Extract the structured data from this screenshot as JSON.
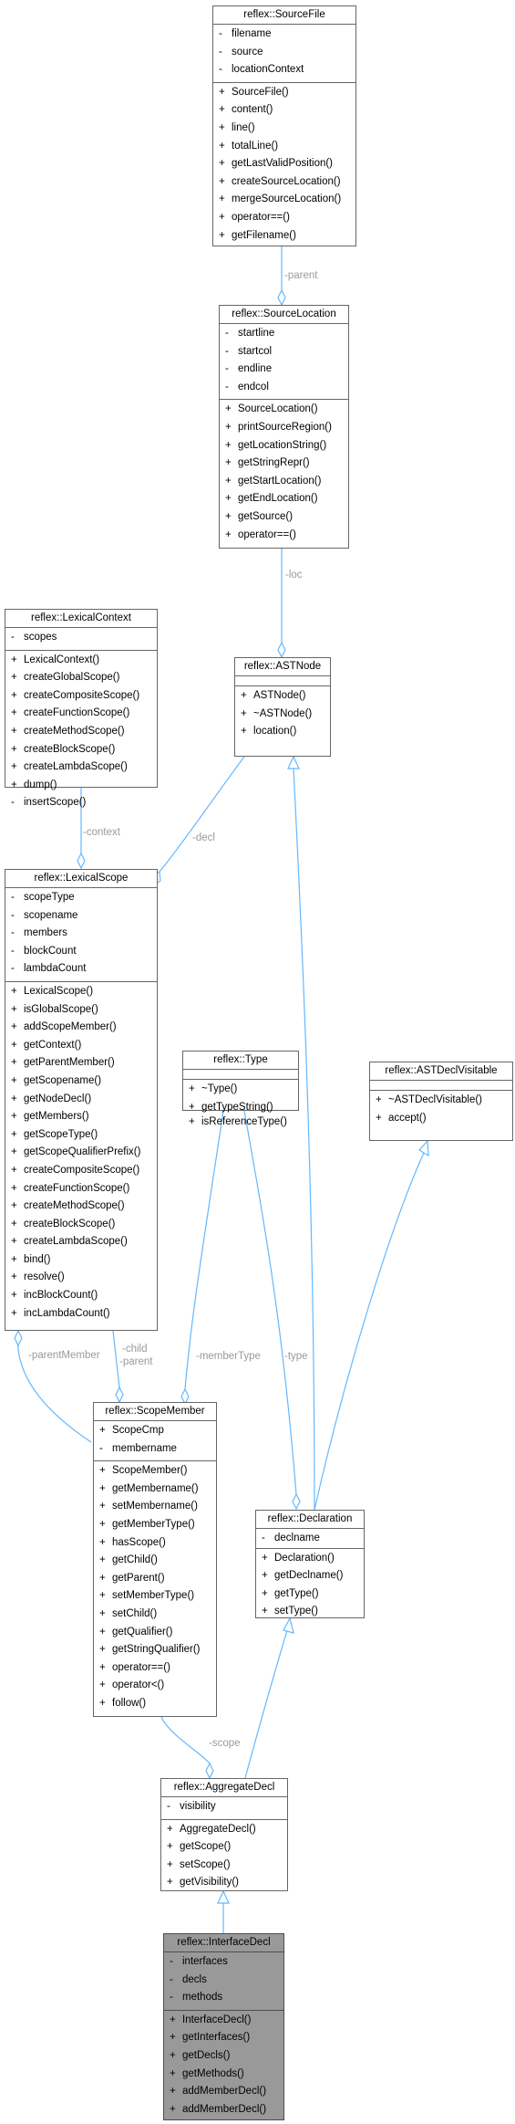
{
  "edge_labels": {
    "parent": "-parent",
    "loc": "-loc",
    "decl": "-decl",
    "context": "-context",
    "parent_member": "-parentMember",
    "child": "-child",
    "child_parent": "-parent",
    "member_type": "-memberType",
    "type": "-type",
    "scope": "-scope"
  },
  "classes": {
    "source_file": {
      "title": "reflex::SourceFile",
      "attributes": [
        {
          "vis": "-",
          "name": "filename"
        },
        {
          "vis": "-",
          "name": "source"
        },
        {
          "vis": "-",
          "name": "locationContext"
        }
      ],
      "methods": [
        {
          "vis": "+",
          "name": "SourceFile()"
        },
        {
          "vis": "+",
          "name": "content()"
        },
        {
          "vis": "+",
          "name": "line()"
        },
        {
          "vis": "+",
          "name": "totalLine()"
        },
        {
          "vis": "+",
          "name": "getLastValidPosition()"
        },
        {
          "vis": "+",
          "name": "createSourceLocation()"
        },
        {
          "vis": "+",
          "name": "mergeSourceLocation()"
        },
        {
          "vis": "+",
          "name": "operator==()"
        },
        {
          "vis": "+",
          "name": "getFilename()"
        }
      ]
    },
    "source_location": {
      "title": "reflex::SourceLocation",
      "attributes": [
        {
          "vis": "-",
          "name": "startline"
        },
        {
          "vis": "-",
          "name": "startcol"
        },
        {
          "vis": "-",
          "name": "endline"
        },
        {
          "vis": "-",
          "name": "endcol"
        }
      ],
      "methods": [
        {
          "vis": "+",
          "name": "SourceLocation()"
        },
        {
          "vis": "+",
          "name": "printSourceRegion()"
        },
        {
          "vis": "+",
          "name": "getLocationString()"
        },
        {
          "vis": "+",
          "name": "getStringRepr()"
        },
        {
          "vis": "+",
          "name": "getStartLocation()"
        },
        {
          "vis": "+",
          "name": "getEndLocation()"
        },
        {
          "vis": "+",
          "name": "getSource()"
        },
        {
          "vis": "+",
          "name": "operator==()"
        }
      ]
    },
    "lexical_context": {
      "title": "reflex::LexicalContext",
      "attributes": [
        {
          "vis": "-",
          "name": "scopes"
        }
      ],
      "methods": [
        {
          "vis": "+",
          "name": "LexicalContext()"
        },
        {
          "vis": "+",
          "name": "createGlobalScope()"
        },
        {
          "vis": "+",
          "name": "createCompositeScope()"
        },
        {
          "vis": "+",
          "name": "createFunctionScope()"
        },
        {
          "vis": "+",
          "name": "createMethodScope()"
        },
        {
          "vis": "+",
          "name": "createBlockScope()"
        },
        {
          "vis": "+",
          "name": "createLambdaScope()"
        },
        {
          "vis": "+",
          "name": "dump()"
        },
        {
          "vis": "-",
          "name": "insertScope()"
        }
      ]
    },
    "ast_node": {
      "title": "reflex::ASTNode",
      "attributes": [],
      "methods": [
        {
          "vis": "+",
          "name": "ASTNode()"
        },
        {
          "vis": "+",
          "name": "~ASTNode()"
        },
        {
          "vis": "+",
          "name": "location()"
        }
      ]
    },
    "lexical_scope": {
      "title": "reflex::LexicalScope",
      "attributes": [
        {
          "vis": "-",
          "name": "scopeType"
        },
        {
          "vis": "-",
          "name": "scopename"
        },
        {
          "vis": "-",
          "name": "members"
        },
        {
          "vis": "-",
          "name": "blockCount"
        },
        {
          "vis": "-",
          "name": "lambdaCount"
        }
      ],
      "methods": [
        {
          "vis": "+",
          "name": "LexicalScope()"
        },
        {
          "vis": "+",
          "name": "isGlobalScope()"
        },
        {
          "vis": "+",
          "name": "addScopeMember()"
        },
        {
          "vis": "+",
          "name": "getContext()"
        },
        {
          "vis": "+",
          "name": "getParentMember()"
        },
        {
          "vis": "+",
          "name": "getScopename()"
        },
        {
          "vis": "+",
          "name": "getNodeDecl()"
        },
        {
          "vis": "+",
          "name": "getMembers()"
        },
        {
          "vis": "+",
          "name": "getScopeType()"
        },
        {
          "vis": "+",
          "name": "getScopeQualifierPrefix()"
        },
        {
          "vis": "+",
          "name": "createCompositeScope()"
        },
        {
          "vis": "+",
          "name": "createFunctionScope()"
        },
        {
          "vis": "+",
          "name": "createMethodScope()"
        },
        {
          "vis": "+",
          "name": "createBlockScope()"
        },
        {
          "vis": "+",
          "name": "createLambdaScope()"
        },
        {
          "vis": "+",
          "name": "bind()"
        },
        {
          "vis": "+",
          "name": "resolve()"
        },
        {
          "vis": "+",
          "name": "incBlockCount()"
        },
        {
          "vis": "+",
          "name": "incLambdaCount()"
        }
      ]
    },
    "type": {
      "title": "reflex::Type",
      "attributes": [],
      "methods": [
        {
          "vis": "+",
          "name": "~Type()"
        },
        {
          "vis": "+",
          "name": "getTypeString()"
        },
        {
          "vis": "+",
          "name": "isReferenceType()"
        }
      ]
    },
    "ast_decl_visitable": {
      "title": "reflex::ASTDeclVisitable",
      "attributes": [],
      "methods": [
        {
          "vis": "+",
          "name": "~ASTDeclVisitable()"
        },
        {
          "vis": "+",
          "name": "accept()"
        }
      ]
    },
    "scope_member": {
      "title": "reflex::ScopeMember",
      "attributes": [
        {
          "vis": "+",
          "name": "ScopeCmp"
        },
        {
          "vis": "-",
          "name": "membername"
        }
      ],
      "methods": [
        {
          "vis": "+",
          "name": "ScopeMember()"
        },
        {
          "vis": "+",
          "name": "getMembername()"
        },
        {
          "vis": "+",
          "name": "setMembername()"
        },
        {
          "vis": "+",
          "name": "getMemberType()"
        },
        {
          "vis": "+",
          "name": "hasScope()"
        },
        {
          "vis": "+",
          "name": "getChild()"
        },
        {
          "vis": "+",
          "name": "getParent()"
        },
        {
          "vis": "+",
          "name": "setMemberType()"
        },
        {
          "vis": "+",
          "name": "setChild()"
        },
        {
          "vis": "+",
          "name": "getQualifier()"
        },
        {
          "vis": "+",
          "name": "getStringQualifier()"
        },
        {
          "vis": "+",
          "name": "operator==()"
        },
        {
          "vis": "+",
          "name": "operator<()"
        },
        {
          "vis": "+",
          "name": "follow()"
        }
      ]
    },
    "declaration": {
      "title": "reflex::Declaration",
      "attributes": [
        {
          "vis": "-",
          "name": "declname"
        }
      ],
      "methods": [
        {
          "vis": "+",
          "name": "Declaration()"
        },
        {
          "vis": "+",
          "name": "getDeclname()"
        },
        {
          "vis": "+",
          "name": "getType()"
        },
        {
          "vis": "+",
          "name": "setType()"
        }
      ]
    },
    "aggregate_decl": {
      "title": "reflex::AggregateDecl",
      "attributes": [
        {
          "vis": "-",
          "name": "visibility"
        }
      ],
      "methods": [
        {
          "vis": "+",
          "name": "AggregateDecl()"
        },
        {
          "vis": "+",
          "name": "getScope()"
        },
        {
          "vis": "+",
          "name": "setScope()"
        },
        {
          "vis": "+",
          "name": "getVisibility()"
        }
      ]
    },
    "interface_decl": {
      "title": "reflex::InterfaceDecl",
      "attributes": [
        {
          "vis": "-",
          "name": "interfaces"
        },
        {
          "vis": "-",
          "name": "decls"
        },
        {
          "vis": "-",
          "name": "methods"
        }
      ],
      "methods": [
        {
          "vis": "+",
          "name": "InterfaceDecl()"
        },
        {
          "vis": "+",
          "name": "getInterfaces()"
        },
        {
          "vis": "+",
          "name": "getDecls()"
        },
        {
          "vis": "+",
          "name": "getMethods()"
        },
        {
          "vis": "+",
          "name": "addMemberDecl()"
        },
        {
          "vis": "+",
          "name": "addMemberDecl()"
        }
      ]
    }
  },
  "colors": {
    "edge": "#63b8ff",
    "edge_label": "#9a9a9a",
    "box_border": "#666666",
    "highlight_fill": "#999999"
  }
}
